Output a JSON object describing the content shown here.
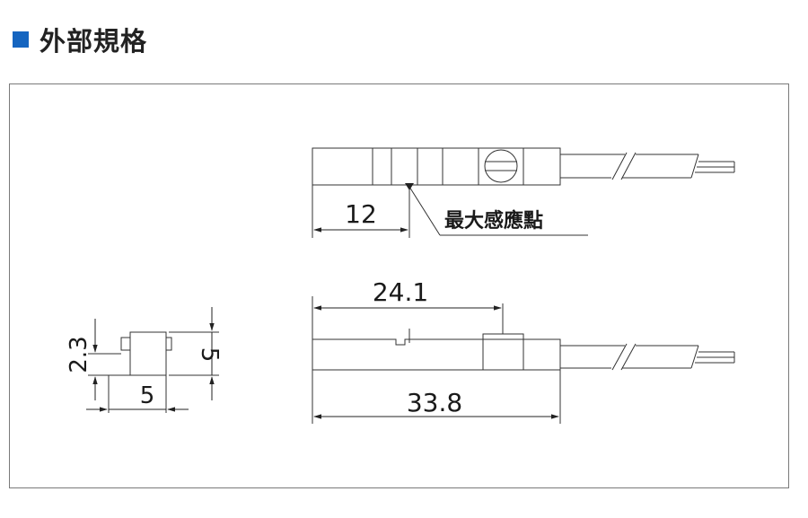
{
  "heading": {
    "title": "外部規格",
    "accent_color": "#1565c0"
  },
  "top_view": {
    "dim_left": "12",
    "callout": "最大感應點"
  },
  "side_view": {
    "dim_top": "24.1",
    "dim_total": "33.8"
  },
  "end_view": {
    "dim_width": "5",
    "dim_height": "5",
    "dim_offset": "2.3"
  },
  "colors": {
    "line": "#333333",
    "frame": "#7a7a7a"
  }
}
